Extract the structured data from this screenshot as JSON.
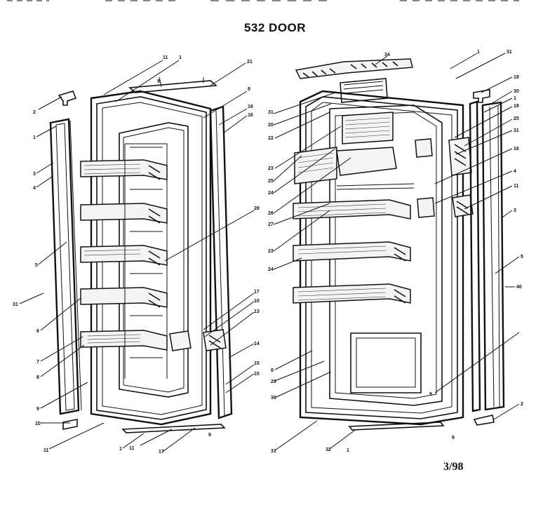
{
  "title": "532 DOOR",
  "date_code": "3/98",
  "left_door": {
    "callouts": [
      "11",
      "1",
      "9",
      "21",
      "8",
      "16",
      "16",
      "2",
      "1",
      "3",
      "4",
      "5",
      "31",
      "6",
      "7",
      "8",
      "9",
      "10",
      "11",
      "1",
      "11",
      "17",
      "9",
      "28",
      "17",
      "10",
      "13",
      "14",
      "15",
      "15"
    ]
  },
  "right_door": {
    "callouts": [
      "34",
      "1",
      "31",
      "18",
      "30",
      "1",
      "18",
      "25",
      "31",
      "16",
      "4",
      "11",
      "3",
      "5",
      "40",
      "31",
      "20",
      "22",
      "23",
      "25",
      "24",
      "26",
      "27",
      "23",
      "24",
      "8",
      "29",
      "30",
      "9",
      "31",
      "32",
      "1",
      "9",
      "2"
    ]
  }
}
